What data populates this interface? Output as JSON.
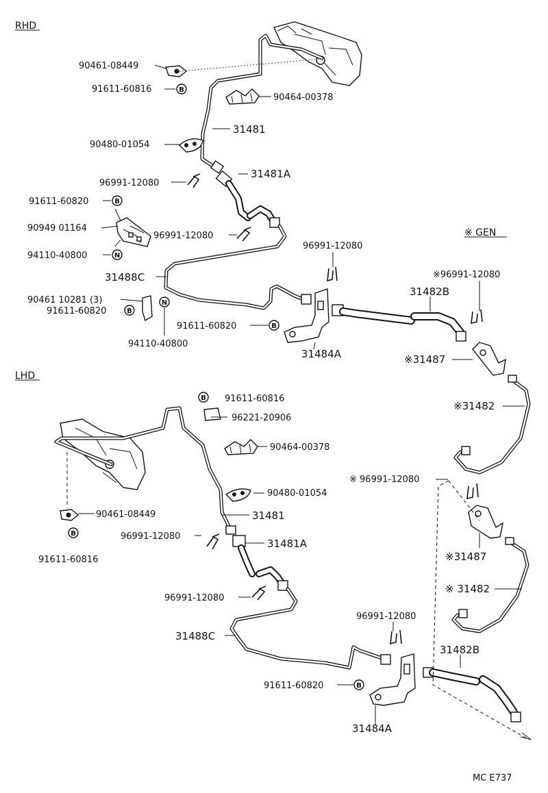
{
  "sections": {
    "rhd": "RHD",
    "lhd": "LHD",
    "gen": "※ GEN"
  },
  "code": "MC E737",
  "rhd": {
    "l_90461_08449": "90461-08449",
    "l_91611_60816": "91611-60816",
    "l_90464_00378": "90464-00378",
    "l_31481": "31481",
    "l_90480_01054": "90480-01054",
    "l_31481A": "31481A",
    "l_96991_12080_a": "96991-12080",
    "l_91611_60820_a": "91611-60820",
    "l_90949_01164": "90949 01164",
    "l_96991_12080_b": "96991-12080",
    "l_94110_40800_a": "94110-40800",
    "l_96991_12080_c": "96991-12080",
    "l_31488C": "31488C",
    "l_90461_10281": "90461 10281 (3)",
    "l_91611_60820_b": "91611-60820",
    "l_94110_40800_b": "94110-40800",
    "l_91611_60820_c": "91611-60820",
    "l_31484A": "31484A"
  },
  "gen": {
    "l_31482B": "31482B",
    "l_96991_12080_a": "※96991-12080",
    "l_31487_a": "※31487",
    "l_31482_a": "※31482",
    "l_96991_12080_b": "※ 96991-12080",
    "l_31487_b": "※31487",
    "l_31482_b": "※ 31482",
    "l_31482B_b": "31482B"
  },
  "lhd": {
    "l_91611_60816_a": "91611-60816",
    "l_96221_20906": "96221-20906",
    "l_90464_00378": "90464-00378",
    "l_90480_01054": "90480-01054",
    "l_90461_08449": "90461-08449",
    "l_31481": "31481",
    "l_96991_12080_a": "96991-12080",
    "l_31481A": "31481A",
    "l_91611_60816_b": "91611-60816",
    "l_96991_12080_b": "96991-12080",
    "l_31488C": "31488C",
    "l_96991_12080_c": "96991-12080",
    "l_91611_60820": "91611-60820",
    "l_31484A": "31484A"
  },
  "symbols": {
    "b": "B",
    "n": "N"
  }
}
